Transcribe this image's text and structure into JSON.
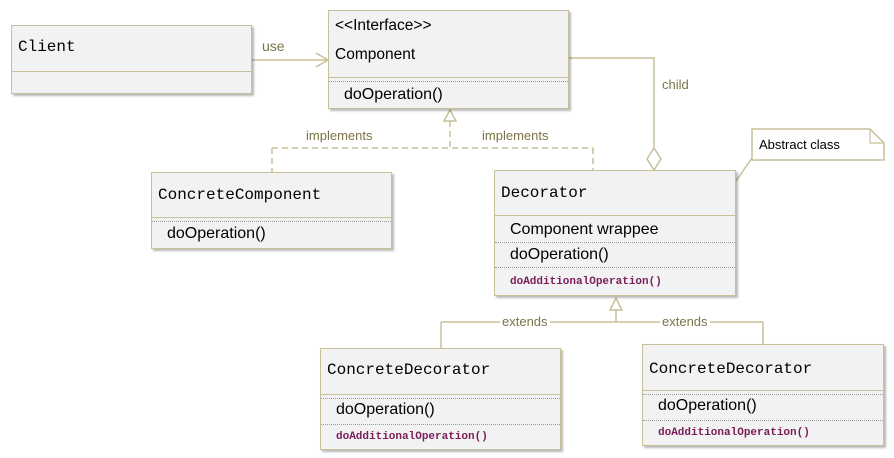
{
  "classes": {
    "client": {
      "name": "Client"
    },
    "component": {
      "stereotype": "<<Interface>>",
      "name": "Component",
      "operation": "doOperation()"
    },
    "concrete_component": {
      "name": "ConcreteComponent",
      "operation": "doOperation()"
    },
    "decorator": {
      "name": "Decorator",
      "field": "Component wrappee",
      "operation": "doOperation()",
      "additional_operation": "doAdditionalOperation()"
    },
    "concrete_decorator_1": {
      "name": "ConcreteDecorator",
      "operation": "doOperation()",
      "additional_operation": "doAdditionalOperation()"
    },
    "concrete_decorator_2": {
      "name": "ConcreteDecorator",
      "operation": "doOperation()",
      "additional_operation": "doAdditionalOperation()"
    }
  },
  "relations": {
    "use": "use",
    "child": "child",
    "implements_left": "implements",
    "implements_right": "implements",
    "extends_left": "extends",
    "extends_right": "extends"
  },
  "note": {
    "text": "Abstract class"
  },
  "colors": {
    "box_border": "#c8c09a",
    "box_fill": "#f2f2f2",
    "connector": "#c8c09a",
    "relation_label": "#7a7448",
    "additional_operation": "#7a1d5a"
  }
}
